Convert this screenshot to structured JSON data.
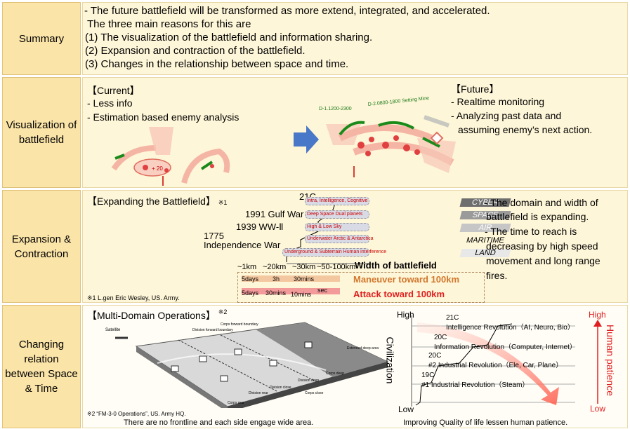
{
  "rows": {
    "summary": {
      "label": "Summary",
      "lines": [
        "-    The future battlefield will be transformed as more extend, integrated, and accelerated.",
        "The three main reasons for this are",
        "(1)   The visualization of the battlefield and information sharing.",
        "(2)  Expansion and contraction of the battlefield.",
        "(3)  Changes in the relationship between space and time."
      ]
    },
    "visualization": {
      "label_1": "Visualization of",
      "label_2": "battlefield",
      "current_title": "【Current】",
      "current_items": [
        "- Less info",
        "- Estimation based enemy analysis"
      ],
      "future_title": "【Future】",
      "future_items": [
        "- Realtime monitoring",
        "- Analyzing past data and",
        "assuming enemy’s next action."
      ],
      "map_label_1": "D-1.1200-2300",
      "map_label_2": "D-2.0800-1800 Setting Mine",
      "map_badge": "+ 20"
    },
    "expansion": {
      "label_1": "Expansion &",
      "label_2": "Contraction",
      "title": "【Expanding the Battlefield】",
      "title_note": "※1",
      "eras": [
        "21C",
        "1991 Gulf War",
        "1939 WW-Ⅱ",
        "1775",
        "Independence War"
      ],
      "domains": [
        "CYBER",
        "SPACE",
        "AIR",
        "MARITIME",
        "LAND"
      ],
      "domain_tags": [
        "Intra, Intelligence, Cognitive",
        "Deep Space Dual planets",
        "High & Low Sky",
        "Underwater Arctic & Antarctica",
        "Underground & Subterrain Human interference"
      ],
      "widths": [
        "~1km",
        "~20km",
        "~30km",
        "~50-100km"
      ],
      "width_label": "Width of battlefield",
      "maneuver_times": [
        "5days",
        "3h",
        "30mins"
      ],
      "attack_times": [
        "5days",
        "30mins",
        "10mins",
        "sec"
      ],
      "maneuver_label": "Maneuver toward 100km",
      "attack_label": "Attack toward 100km",
      "footnote": "※1   L.gen Eric Wesley, US. Army.",
      "points": [
        "- The domain and width of",
        "battlefield is expanding.",
        "- The time to reach is",
        "decreasing by high speed",
        "movement and long range",
        "fires."
      ]
    },
    "changing": {
      "label_1": "Changing",
      "label_2": "relation",
      "label_3": "between Space",
      "label_4": "& Time",
      "title": "【Multi-Domain Operations】",
      "title_note": "※2",
      "diagram_labels": [
        "Satellite",
        "Division forward boundary",
        "Corps forward boundary",
        "Extended deep area",
        "Corps deep",
        "Division deep",
        "Division close",
        "Division rear",
        "Corps close",
        "Corps rear"
      ],
      "footnote": "※2    “FM-3-0 Operations”, US. Army HQ.",
      "caption_left": "There are no frontline and each side engage wide area.",
      "caption_right": "Improving Quality of life lessen human patience.",
      "chart_y_label": "Civilization",
      "chart_high": "High",
      "chart_low": "Low",
      "patience_label": "Human patience",
      "patience_high": "High",
      "patience_low": "Low",
      "revolutions": [
        {
          "era": "21C",
          "name": "Intelligence Revolution（AI, Neuro, Bio）"
        },
        {
          "era": "20C",
          "name": "Information Revolution（Computer, Internet）"
        },
        {
          "era": "20C",
          "name": "#2 Industrial Revolution（Ele, Car, Plane）"
        },
        {
          "era": "19C",
          "name": "#1 Industrial Revolution（Steam）"
        }
      ]
    }
  },
  "colors": {
    "label_bg": "#fbe4a8",
    "content_bg": "#fef6d8",
    "maneuver": "#d2772d",
    "attack": "#e02020",
    "patience": "#e02020",
    "arrow_blue": "#4a78c8"
  }
}
